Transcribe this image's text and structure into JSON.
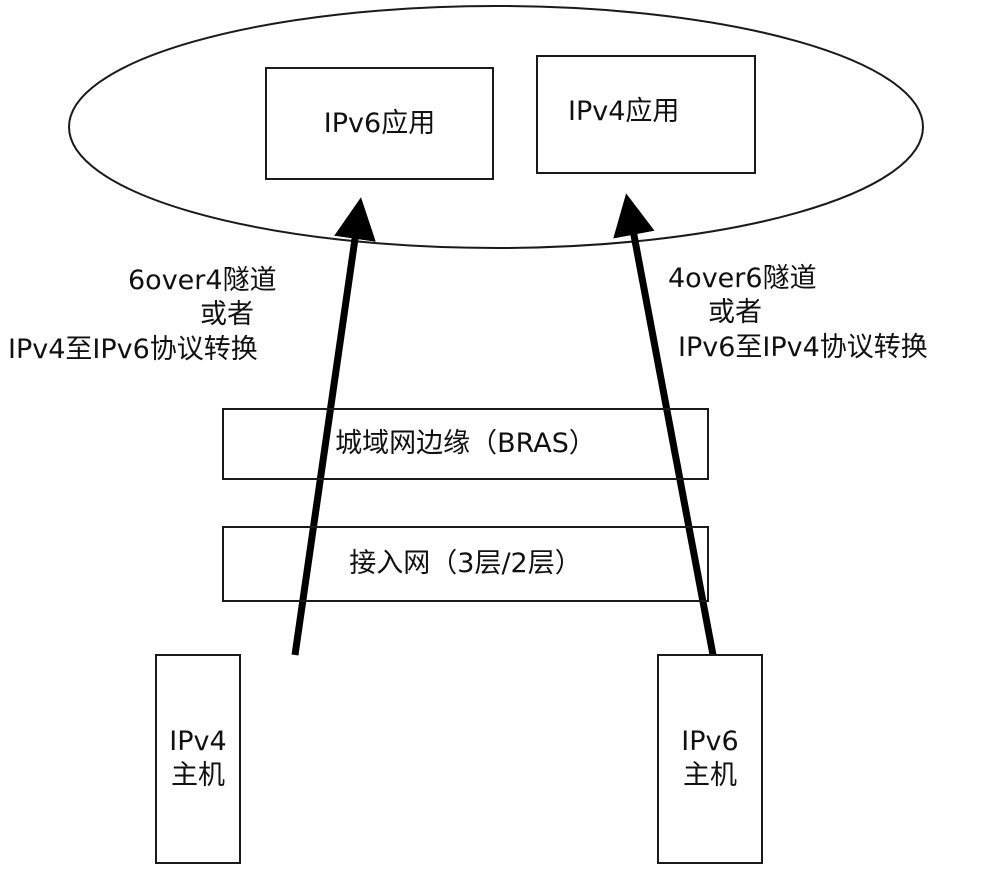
{
  "diagram": {
    "application_domain": {
      "ipv6_app": "IPv6应用",
      "ipv4_app": "IPv4应用"
    },
    "left_path_label": {
      "line1": "6over4隧道",
      "line2": "或者",
      "line3": "IPv4至IPv6协议转换"
    },
    "right_path_label": {
      "line1": "4over6隧道",
      "line2": "或者",
      "line3": "IPv6至IPv4协议转换"
    },
    "metro_edge": "城域网边缘（BRAS）",
    "access_network": "接入网（3层/2层）",
    "hosts": {
      "ipv4": {
        "line1": "IPv4",
        "line2": "主机"
      },
      "ipv6": {
        "line1": "IPv6",
        "line2": "主机"
      }
    },
    "colors": {
      "stroke": "#1a1a1a",
      "background": "#ffffff"
    }
  }
}
